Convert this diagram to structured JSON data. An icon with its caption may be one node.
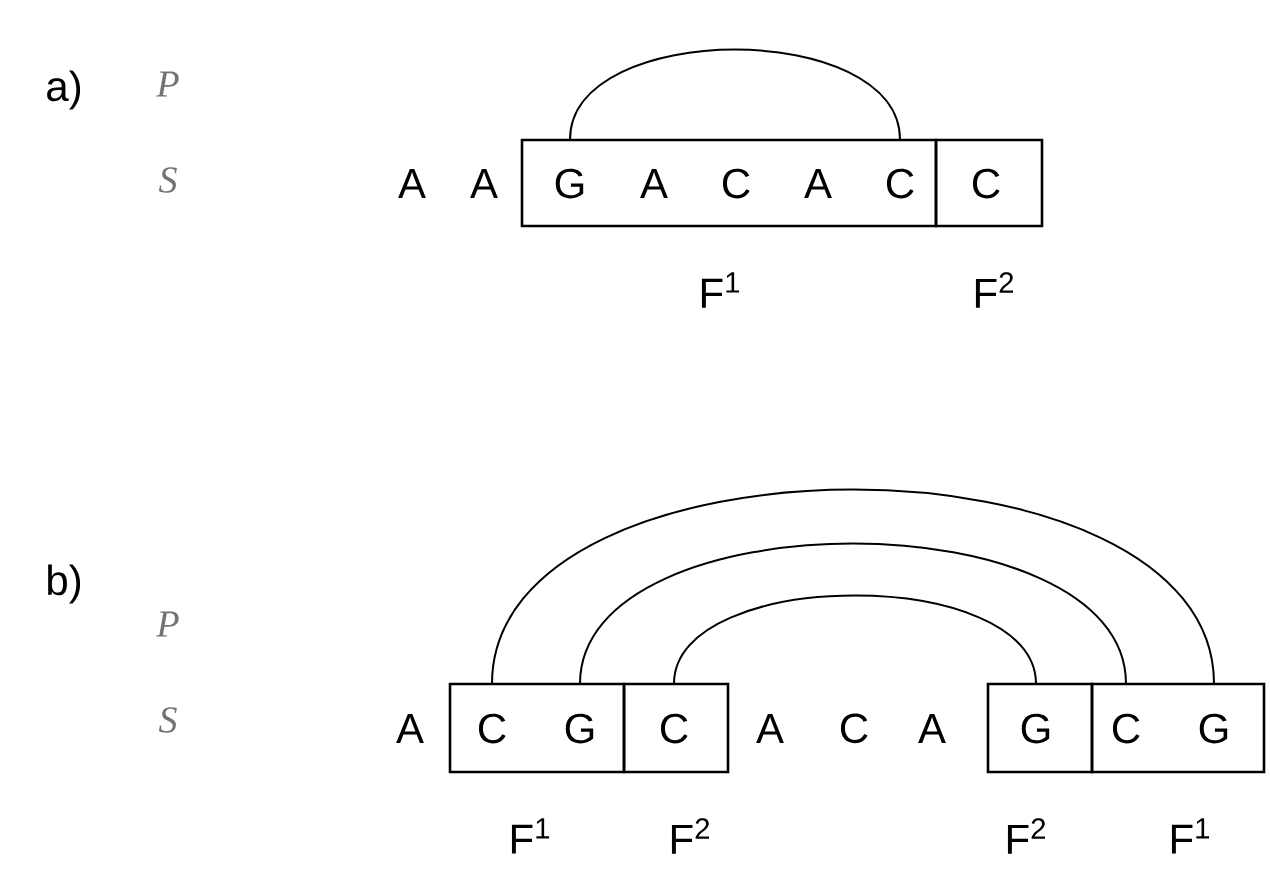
{
  "diagram": {
    "nodes": [
      {
        "text": [],
        "shape": "box",
        "beside": [
          "F$^{1}$"
        ]
      },
      {
        "text": [
          "G"
        ],
        "in": 0
      },
      {
        "text": [
          "A"
        ],
        "in": 0
      },
      {
        "text": [
          "C"
        ],
        "in": 0
      },
      {
        "text": [
          "A"
        ],
        "in": 0
      },
      {
        "text": [
          "C"
        ],
        "in": 0
      },
      {
        "text": [],
        "shape": "box",
        "beside": [
          "F$^{2}$"
        ]
      },
      {
        "text": [
          "C"
        ],
        "in": 6
      },
      {
        "text": [],
        "shape": "box",
        "beside": [
          "F$^{1}$"
        ]
      },
      {
        "text": [
          "C"
        ],
        "in": 8
      },
      {
        "text": [
          "G"
        ],
        "in": 8
      },
      {
        "text": [],
        "shape": "box",
        "beside": [
          "F$^{2}$"
        ]
      },
      {
        "text": [
          "C"
        ],
        "in": 11
      },
      {
        "text": [],
        "shape": "box",
        "beside": [
          "F$^{2}$"
        ]
      },
      {
        "text": [
          "G"
        ],
        "in": 13
      },
      {
        "text": [],
        "shape": "box",
        "beside": [
          "F$^{1}$"
        ]
      },
      {
        "text": [
          "C"
        ],
        "in": 15
      },
      {
        "text": [
          "G"
        ],
        "in": 15
      }
    ],
    "edges": [
      {
        "from": 1,
        "to": 5,
        "arrow": "none"
      },
      {
        "from": 9,
        "to": 17,
        "arrow": "none"
      },
      {
        "from": 10,
        "to": 16,
        "arrow": "none"
      },
      {
        "from": 12,
        "to": 14,
        "arrow": "none"
      }
    ],
    "labels": [
      "a)",
      "P",
      "S",
      "A",
      "A",
      "b)",
      "P",
      "S",
      "A",
      "A",
      "C",
      "A"
    ]
  }
}
